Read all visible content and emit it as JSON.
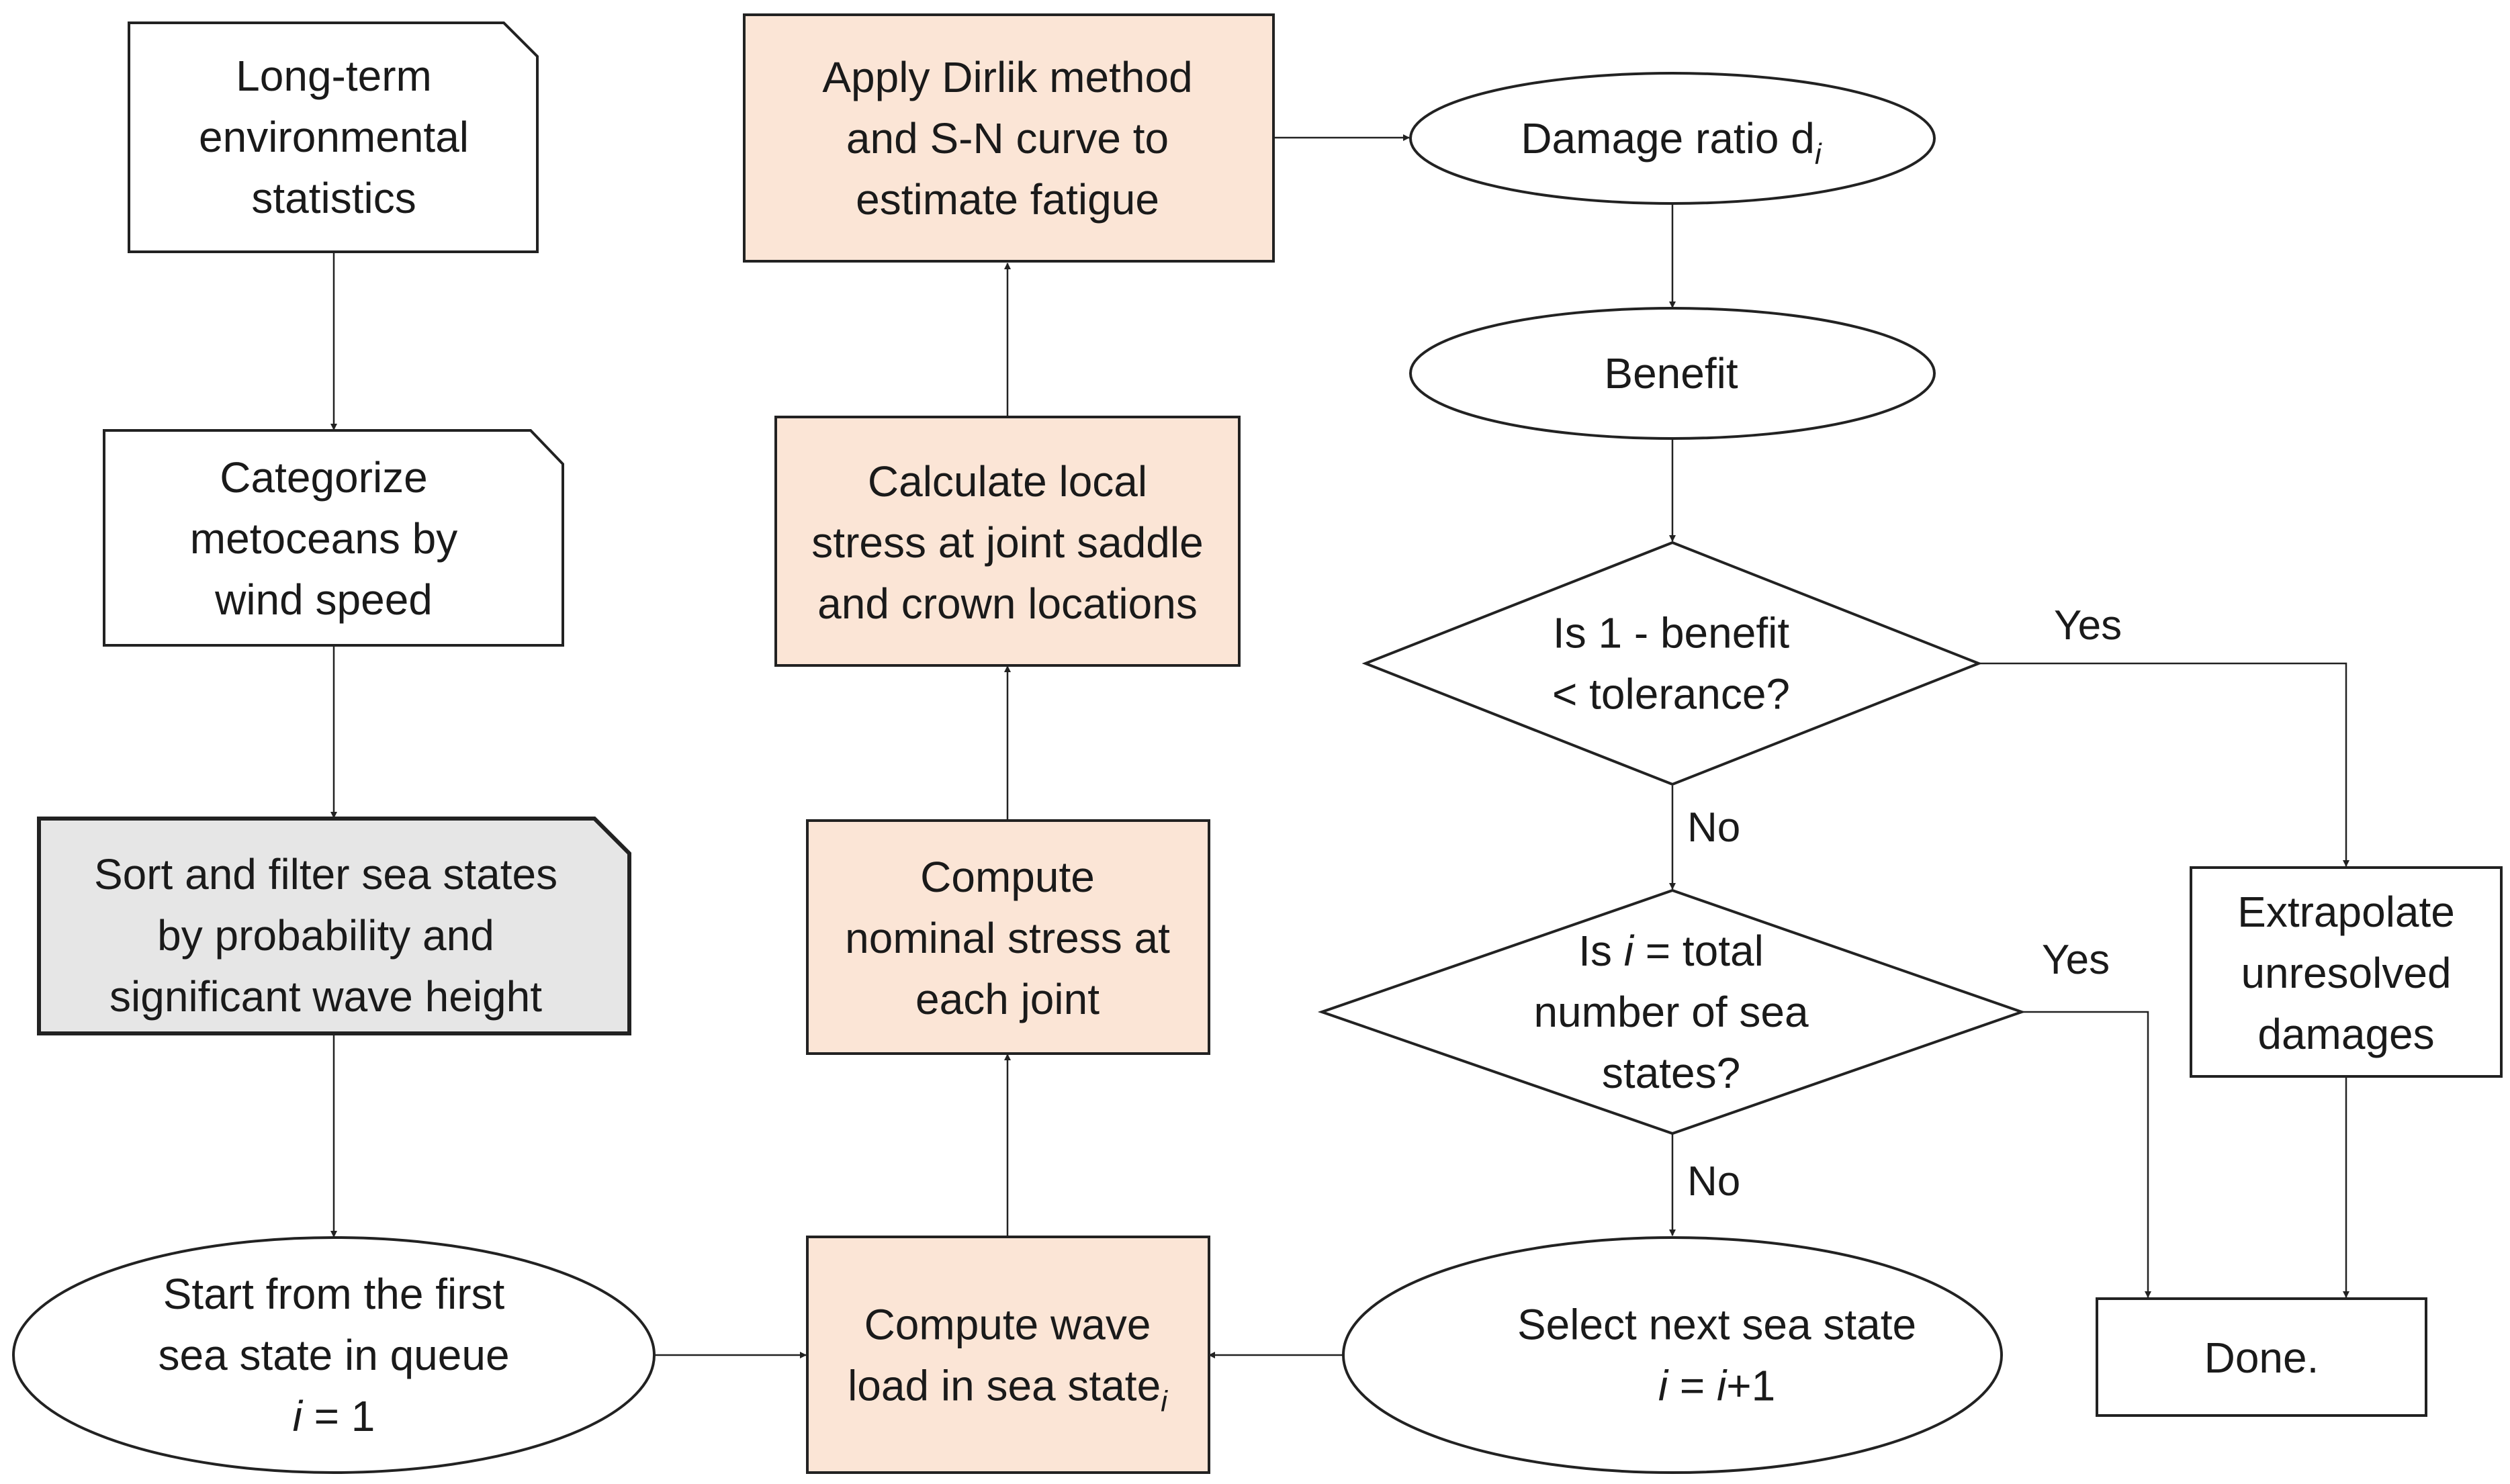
{
  "colors": {
    "process_fill": "#fbe5d6",
    "highlight_fill": "#e6e6e6",
    "plain_fill": "#ffffff",
    "stroke": "#222222"
  },
  "nodes": {
    "long_term": {
      "lines": [
        [
          "Long-term"
        ],
        [
          "environmental"
        ],
        [
          "statistics"
        ]
      ]
    },
    "categorize": {
      "lines": [
        [
          "Categorize"
        ],
        [
          "metoceans by"
        ],
        [
          "wind speed"
        ]
      ]
    },
    "sort_filter": {
      "lines": [
        [
          "Sort and filter sea states"
        ],
        [
          "by probability and"
        ],
        [
          "significant wave height"
        ]
      ]
    },
    "start_first": {
      "lines": [
        [
          "Start from the first"
        ],
        [
          "sea state in queue"
        ],
        [
          {
            "t": "i",
            "i": true
          },
          " = 1"
        ]
      ]
    },
    "compute_wave": {
      "lines": [
        [
          "Compute wave"
        ],
        [
          "load in sea state",
          {
            "t": "i",
            "sub": true,
            "i": true
          }
        ]
      ]
    },
    "compute_nominal": {
      "lines": [
        [
          "Compute"
        ],
        [
          "nominal stress at"
        ],
        [
          "each joint"
        ]
      ]
    },
    "calc_local": {
      "lines": [
        [
          "Calculate local"
        ],
        [
          "stress at joint saddle"
        ],
        [
          "and crown locations"
        ]
      ]
    },
    "apply_dirlik": {
      "lines": [
        [
          "Apply Dirlik method"
        ],
        [
          "and S-N curve to"
        ],
        [
          "estimate fatigue"
        ]
      ]
    },
    "damage_ratio": {
      "lines": [
        [
          "Damage ratio d",
          {
            "t": "i",
            "sub": true,
            "i": true
          }
        ]
      ]
    },
    "benefit": {
      "lines": [
        [
          "Benefit"
        ]
      ]
    },
    "decision_tol": {
      "lines": [
        [
          "Is 1 - benefit"
        ],
        [
          "< tolerance?"
        ]
      ]
    },
    "decision_total": {
      "lines": [
        [
          "Is ",
          {
            "t": "i",
            "i": true
          },
          " = total"
        ],
        [
          "number of sea"
        ],
        [
          "states?"
        ]
      ]
    },
    "select_next": {
      "lines": [
        [
          "Select next sea state"
        ],
        [
          {
            "t": "i",
            "i": true
          },
          " = ",
          {
            "t": "i",
            "i": true
          },
          "+1"
        ]
      ]
    },
    "extrapolate": {
      "lines": [
        [
          "Extrapolate"
        ],
        [
          "unresolved"
        ],
        [
          "damages"
        ]
      ]
    },
    "done": {
      "lines": [
        [
          "Done."
        ]
      ]
    }
  },
  "edge_labels": {
    "tol_yes": "Yes",
    "tol_no": "No",
    "total_yes": "Yes",
    "total_no": "No"
  }
}
